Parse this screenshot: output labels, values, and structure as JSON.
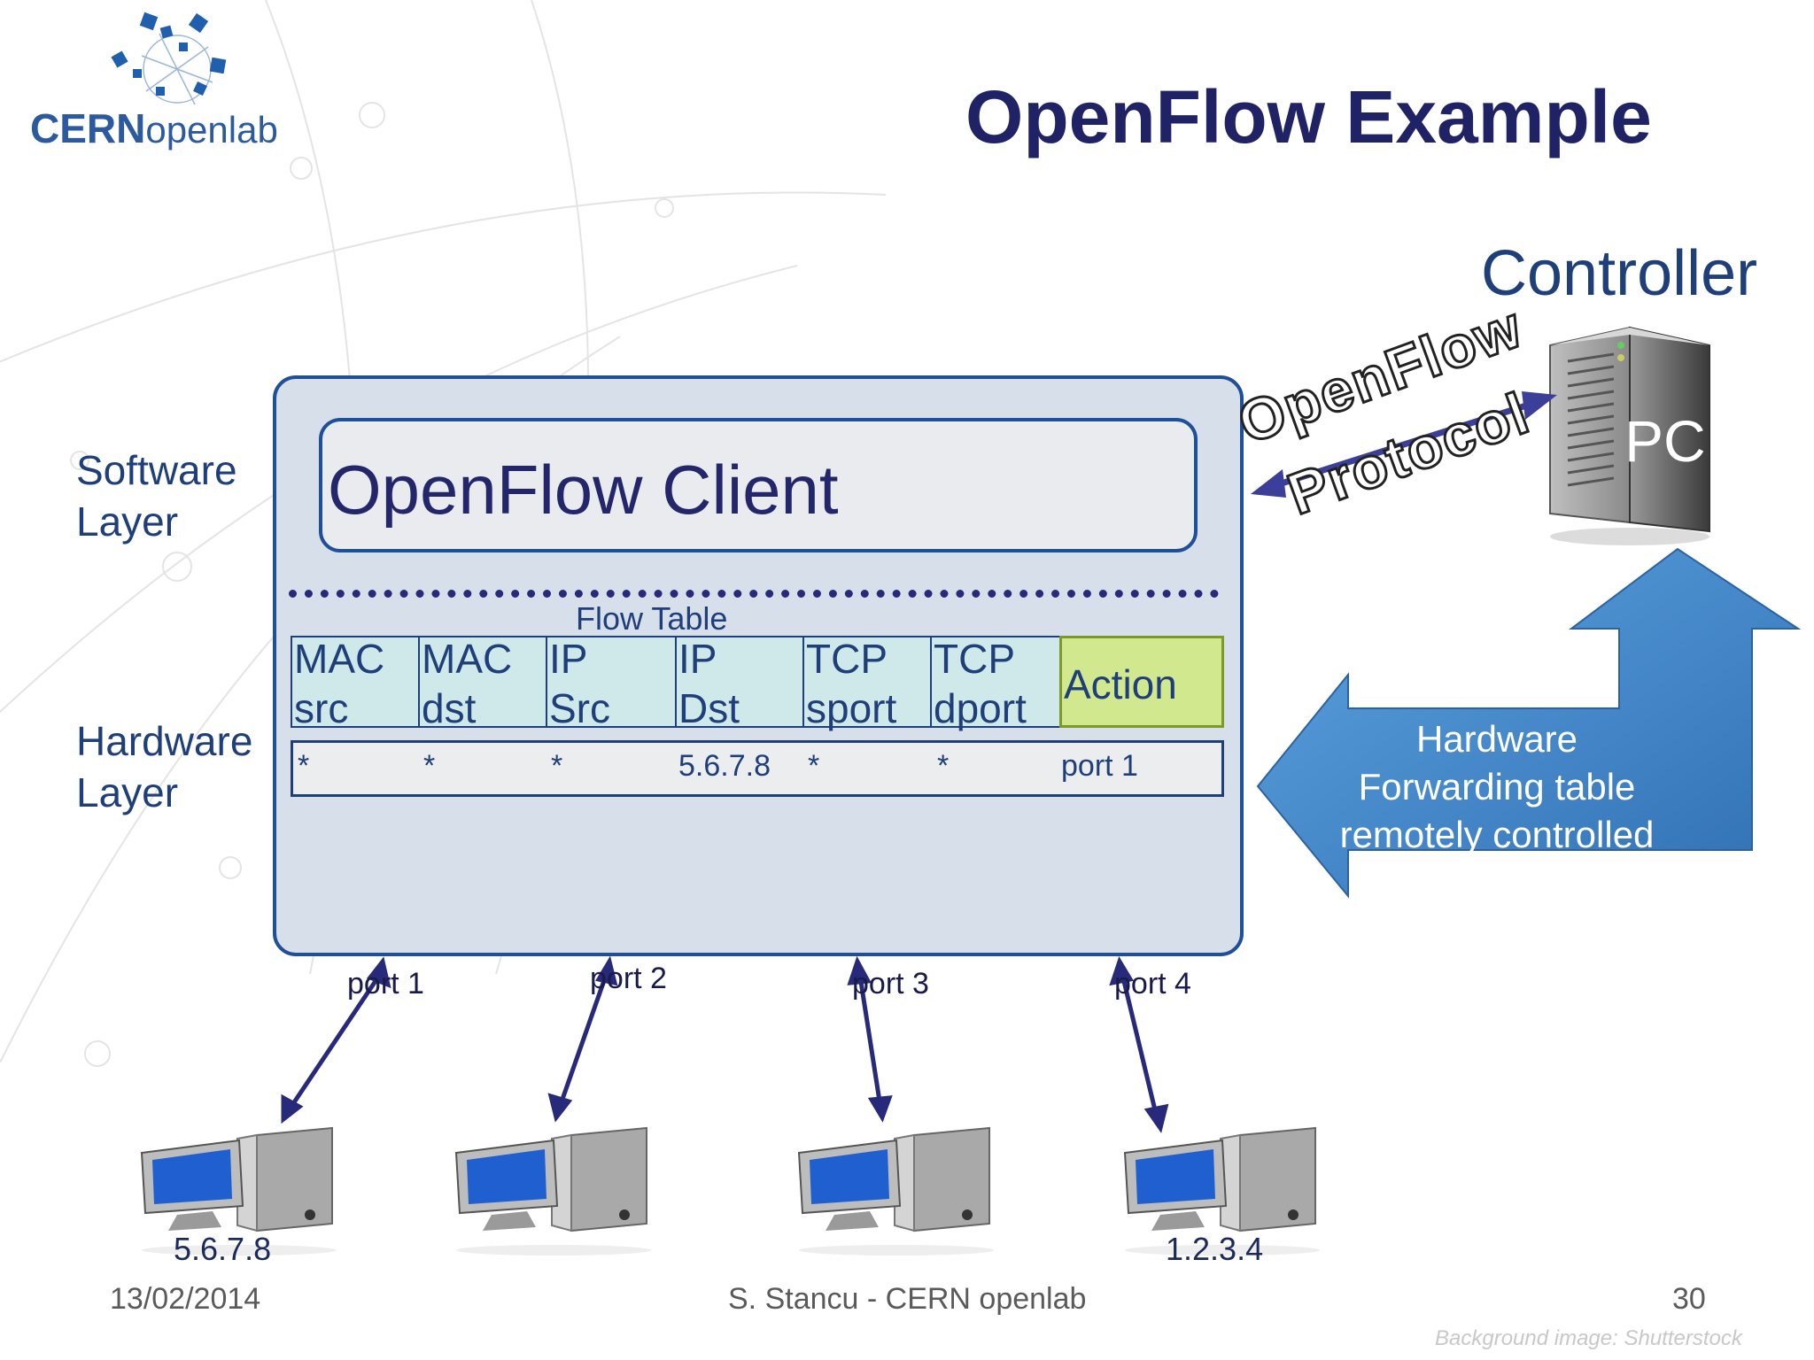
{
  "slide": {
    "title": "OpenFlow Example",
    "logo": {
      "bold": "CERN",
      "rest": "openlab"
    },
    "controller_label": "Controller",
    "software_layer_label": "Software\nLayer",
    "hardware_layer_label": "Hardware\nLayer",
    "client_label": "OpenFlow Client",
    "flow_table": {
      "label": "Flow Table",
      "headers": [
        "MAC\nsrc",
        "MAC\ndst",
        "IP\nSrc",
        "IP\nDst",
        "TCP\nsport",
        "TCP\ndport",
        "Action"
      ],
      "row": [
        "*",
        "*",
        "*",
        "5.6.7.8",
        "*",
        "*",
        "port 1"
      ]
    },
    "protocol_label": {
      "line1": "OpenFlow",
      "line2": "Protocol"
    },
    "pc_label": "PC",
    "hardware_arrow_label": "Hardware\nForwarding table\nremotely controlled",
    "ports": [
      "port 1",
      "port 2",
      "port 3",
      "port 4"
    ],
    "host_ips": [
      "5.6.7.8",
      "",
      "",
      "1.2.3.4"
    ],
    "footer": {
      "date": "13/02/2014",
      "author": "S. Stancu - CERN openlab",
      "page": "30",
      "credit": "Background image: Shutterstock"
    },
    "colors": {
      "title": "#1f2265",
      "box_border": "#1e4f99",
      "box_fill": "#d6dfea",
      "header_fill": "#cfe8e9",
      "action_fill": "#d1e88e",
      "arrow_blue": "#3f86c8",
      "link_arrow": "#272a7a"
    }
  }
}
